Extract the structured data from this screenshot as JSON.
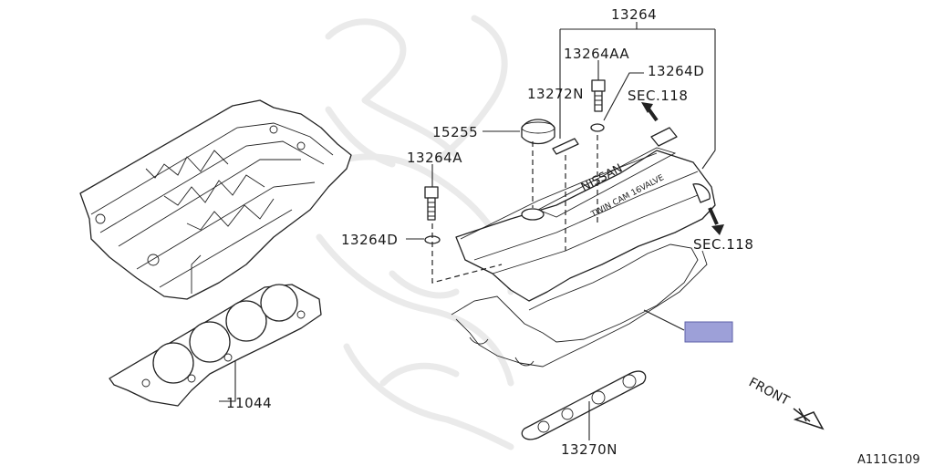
{
  "parts": {
    "p13264": "13264",
    "p13264AA": "13264AA",
    "p13264D_top": "13264D",
    "p13272N": "13272N",
    "sec118_top": "SEC.118",
    "p15255": "15255",
    "p13264A": "13264A",
    "p13264D_left": "13264D",
    "sec118_right": "SEC.118",
    "p11044": "11044",
    "p13270N": "13270N"
  },
  "cover_text": {
    "brand": "NISSAN",
    "engine": "TWIN CAM 16VALVE"
  },
  "front_label": "FRONT",
  "diagram_id": "A111G109",
  "highlight_color": "#9da0d8"
}
